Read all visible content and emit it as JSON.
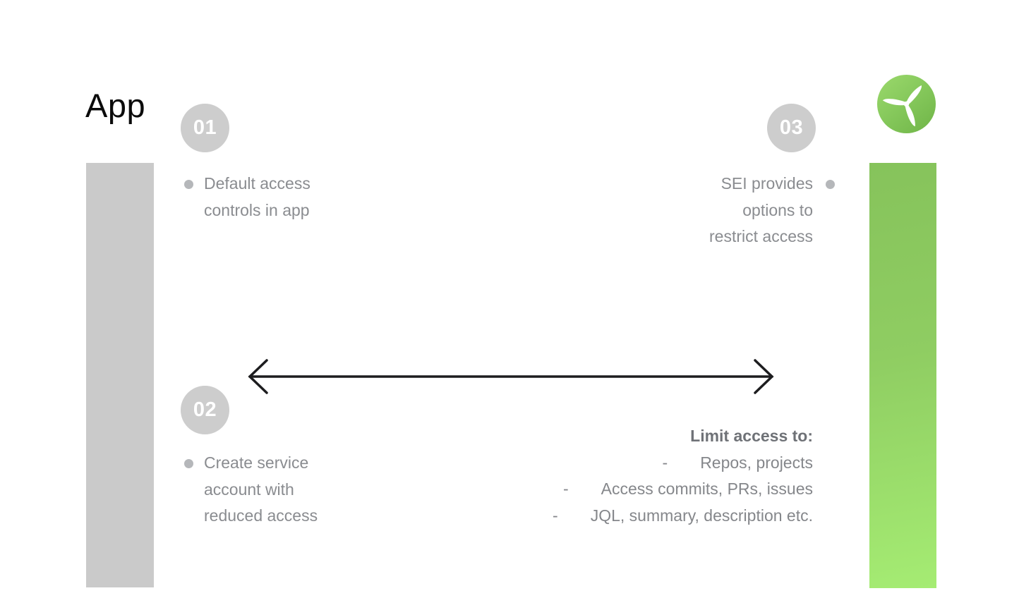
{
  "title": "App",
  "logo": {
    "icon": "propeller-icon",
    "circle_gradient": [
      "#9bd96c",
      "#72b74a"
    ],
    "blade_color": "#ffffff"
  },
  "bars": {
    "left_color": "#cacaca",
    "right_gradient": [
      "#86c35b",
      "#a5ec73"
    ]
  },
  "steps": [
    {
      "number": "01",
      "lines": [
        "Default access",
        "controls in app"
      ]
    },
    {
      "number": "02",
      "lines": [
        "Create service",
        "account with",
        "reduced access"
      ]
    },
    {
      "number": "03",
      "lines": [
        "SEI provides",
        "options to",
        "restrict access"
      ]
    }
  ],
  "limit": {
    "heading": "Limit access to:",
    "bullet": "-",
    "items": [
      "Repos, projects",
      "Access commits, PRs, issues",
      "JQL, summary, description etc."
    ]
  },
  "colors": {
    "step_circle": "#cdcdcd",
    "step_number_text": "#ffffff",
    "body_text": "#8a8c90",
    "limit_heading_text": "#6f7277",
    "bullet_dot": "#b5b7ba",
    "arrow": "#1d1d1f",
    "title_text": "#0b0b0b"
  }
}
